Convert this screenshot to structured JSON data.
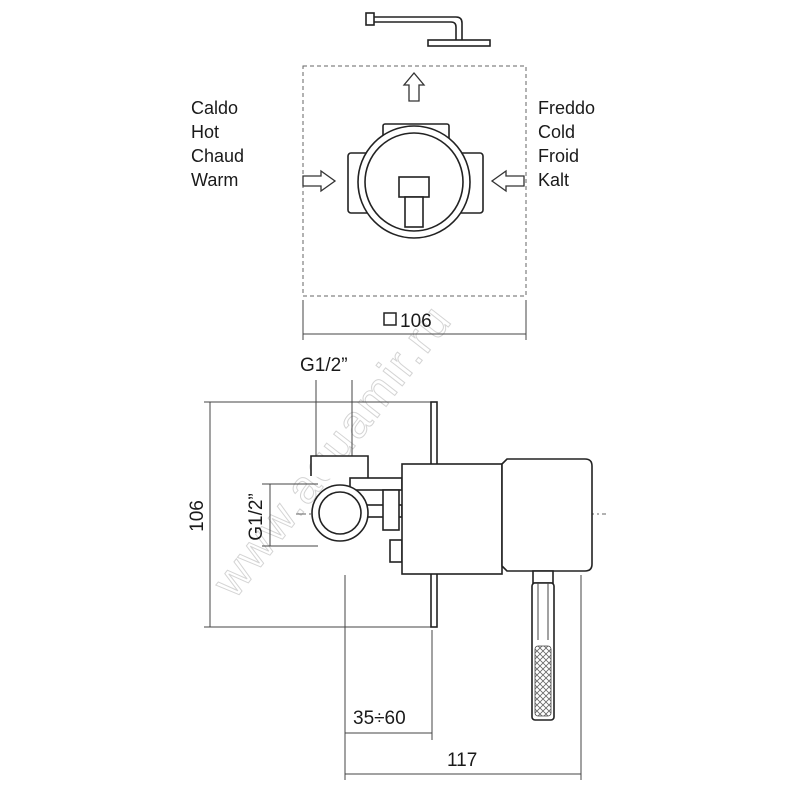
{
  "hot_labels": [
    "Caldo",
    "Hot",
    "Chaud",
    "Warm"
  ],
  "cold_labels": [
    "Freddo",
    "Cold",
    "Froid",
    "Kalt"
  ],
  "dimensions": {
    "plate_size": "106",
    "thread_top": "G1/2”",
    "thread_side": "G1/2”",
    "height": "106",
    "depth_range": "35÷60",
    "total_depth": "117"
  },
  "watermark": "www.aquamir.ru"
}
